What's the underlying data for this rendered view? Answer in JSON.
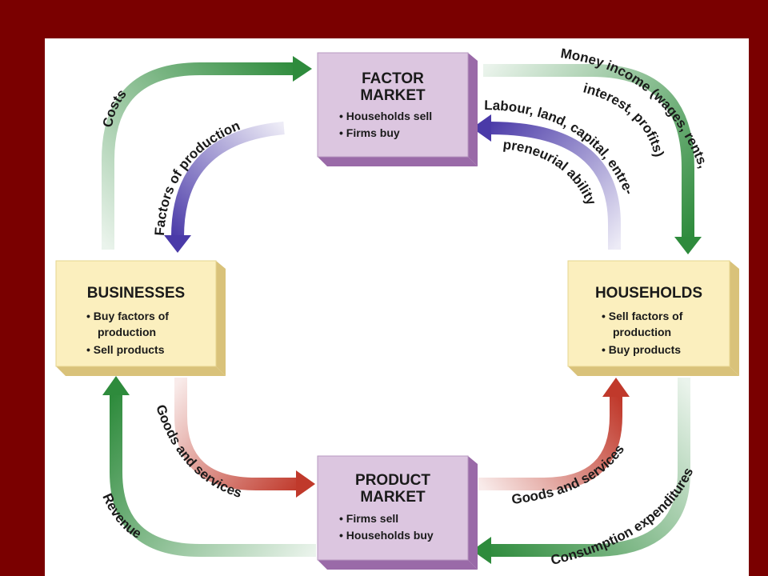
{
  "colors": {
    "slide_bg": "#7a0000",
    "canvas_bg": "#ffffff",
    "market_box": "#dcc6e0",
    "market_shadow": "#9a6aa8",
    "sector_box": "#fbefbe",
    "sector_shadow": "#d9c27a",
    "money_flow": "#2e8b3c",
    "resource_flow": "#4a3aa8",
    "goods_flow": "#c0392b",
    "text": "#1a1a1a"
  },
  "boxes": {
    "factor_market": {
      "title_line1": "FACTOR",
      "title_line2": "MARKET",
      "bullet1": "• Households sell",
      "bullet2": "• Firms buy"
    },
    "product_market": {
      "title_line1": "PRODUCT",
      "title_line2": "MARKET",
      "bullet1": "• Firms sell",
      "bullet2": "• Households buy"
    },
    "businesses": {
      "title": "BUSINESSES",
      "bullet1a": "• Buy factors of",
      "bullet1b": "production",
      "bullet2": "• Sell products"
    },
    "households": {
      "title": "HOUSEHOLDS",
      "bullet1a": "• Sell factors of",
      "bullet1b": "production",
      "bullet2": "• Buy products"
    }
  },
  "flows": {
    "costs": "Costs",
    "factors_of_production": "Factors of production",
    "money_income_1": "Money income (wages, rents,",
    "money_income_2": "interest, profits)",
    "labour_1": "Labour, land, capital, entre-",
    "labour_2": "preneurial ability",
    "goods_left": "Goods and services",
    "goods_right": "Goods and services",
    "revenue": "Revenue",
    "consumption": "Consumption expenditures"
  },
  "icons": {
    "arrowhead": "triangle-arrowhead"
  }
}
